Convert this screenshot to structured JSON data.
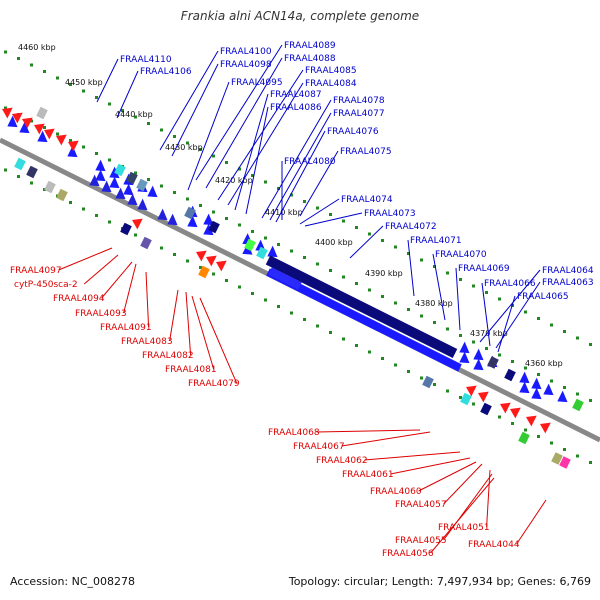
{
  "title": "Frankia alni ACN14a, complete genome",
  "footer": {
    "accession": "Accession: NC_008278",
    "topology": "Topology: circular; Length: 7,497,934 bp; Genes: 6,769"
  },
  "colors": {
    "forward_label": "#0000cc",
    "reverse_label": "#dd0000",
    "backbone": "#888888",
    "ruler": "#228822",
    "forward_gene": "#1a1aff",
    "reverse_gene": "#ff1a1a"
  },
  "ruler_labels": [
    "4460 kbp",
    "4450 kbp",
    "4440 kbp",
    "4430 kbp",
    "4420 kbp",
    "4410 kbp",
    "4400 kbp",
    "4390 kbp",
    "4380 kbp",
    "4370 kbp",
    "4360 kbp"
  ],
  "forward_labels": [
    "FRAAL4110",
    "FRAAL4106",
    "FRAAL4100",
    "FRAAL4098",
    "FRAAL4089",
    "FRAAL4088",
    "FRAAL4095",
    "FRAAL4085",
    "FRAAL4084",
    "FRAAL4087",
    "FRAAL4086",
    "FRAAL4078",
    "FRAAL4077",
    "FRAAL4076",
    "FRAAL4075",
    "FRAAL4080",
    "FRAAL4074",
    "FRAAL4073",
    "FRAAL4072",
    "FRAAL4071",
    "FRAAL4070",
    "FRAAL4069",
    "FRAAL4064",
    "FRAAL4066",
    "FRAAL4063",
    "FRAAL4065"
  ],
  "reverse_labels": [
    "FRAAL4097",
    "cytP-450sca-2",
    "FRAAL4094",
    "FRAAL4093",
    "FRAAL4091",
    "FRAAL4083",
    "FRAAL4082",
    "FRAAL4081",
    "FRAAL4079",
    "FRAAL4068",
    "FRAAL4067",
    "FRAAL4062",
    "FRAAL4061",
    "FRAAL4060",
    "FRAAL4057",
    "FRAAL4051",
    "FRAAL4055",
    "FRAAL4056",
    "FRAAL4044"
  ]
}
